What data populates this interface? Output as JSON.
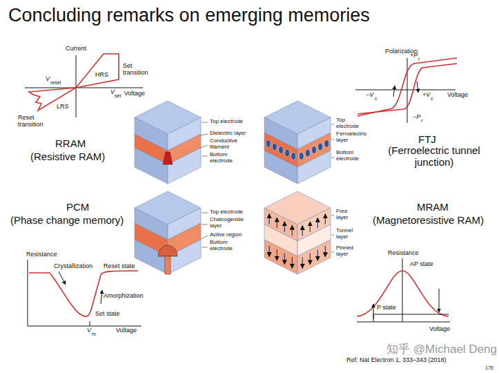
{
  "diagram": {
    "title": "Concluding remarks on emerging memories",
    "labels": [
      "Current",
      "Voltage",
      "V",
      "reset",
      "Set transition",
      "HRS",
      "V",
      "set",
      "Reset transition",
      "LRS",
      "RRAM",
      "(Resistive RAM)",
      "Top electrode",
      "Dielectric layer",
      "Conductive filament",
      "Bottom electrode",
      "Top electrode",
      "Ferroelectric layer",
      "Bottom electrode",
      "Polarization",
      "+P",
      "r",
      "−V",
      "c",
      "+V",
      "c",
      "−P",
      "r",
      "Voltage",
      "FTJ",
      "(Ferroelectric tunnel junction)",
      "PCM",
      "(Phase change memory)",
      "Top electrode",
      "Chalcogenide layer",
      "Active region",
      "Bottom electrode",
      "Free layer",
      "Tunnel layer",
      "Pinned layer",
      "MRAM",
      "(Magnetoresistive RAM)",
      "Resistance",
      "Crystallization",
      "Reset state",
      "Amorphization",
      "Set state",
      "V",
      "m",
      "Voltage",
      "Resistance",
      "AP state",
      "P state",
      "Voltage",
      "知乎 @Michael Deng",
      "Ref: Nat Electron 1, 333–343 (2018)",
      "175"
    ]
  }
}
